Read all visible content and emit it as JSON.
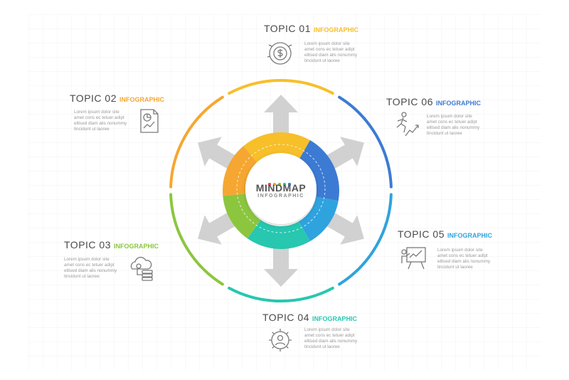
{
  "colors": {
    "yellow": "#f7bf2a",
    "orange": "#f5a731",
    "blue": "#3c7bd3",
    "sky": "#2fa3de",
    "teal": "#27c7b0",
    "green": "#8cc63f",
    "arrow": "#c9c9c9"
  },
  "hub": {
    "title": "MINDMAP",
    "subtitle": "INFOGRAPHIC"
  },
  "topics": [
    {
      "title": "TOPIC 01",
      "tag": "INFOGRAPHIC",
      "icon": "dollar-gauge-icon",
      "lines": [
        "Lorem ipsum dolor site",
        "amet cons ec tetuer adipt",
        "elitsed diam alis nonummy",
        "tincidunt ut laoree"
      ]
    },
    {
      "title": "TOPIC 02",
      "tag": "INFOGRAPHIC",
      "icon": "report-chart-icon",
      "lines": [
        "Lorem ipsum dolor site",
        "amet cons ec tetuer adipt",
        "elitsed diam alis nonummy",
        "tincidunt ut laoree"
      ]
    },
    {
      "title": "TOPIC 03",
      "tag": "INFOGRAPHIC",
      "icon": "cloud-database-icon",
      "lines": [
        "Lorem ipsum dolor site",
        "amet cons ec tetuer adipt",
        "elitsed diam alis nonummy",
        "tincidunt ut laoree"
      ]
    },
    {
      "title": "TOPIC 04",
      "tag": "INFOGRAPHIC",
      "icon": "gear-person-icon",
      "lines": [
        "Lorem ipsum dolor site",
        "amet cons ec tetuer adipt",
        "elitsed diam alis nonummy",
        "tincidunt ut laoree"
      ]
    },
    {
      "title": "TOPIC 05",
      "tag": "INFOGRAPHIC",
      "icon": "presentation-board-icon",
      "lines": [
        "Lorem ipsum dolor site",
        "amet cons ec tetuer adipt",
        "elitsed diam alis nonummy",
        "tincidunt ut laoree"
      ]
    },
    {
      "title": "TOPIC 06",
      "tag": "INFOGRAPHIC",
      "icon": "runner-growth-icon",
      "lines": [
        "Lorem ipsum dolor site",
        "amet cons ec tetuer adipt",
        "elitsed diam alis nonummy",
        "tincidunt ut laoree"
      ]
    }
  ]
}
